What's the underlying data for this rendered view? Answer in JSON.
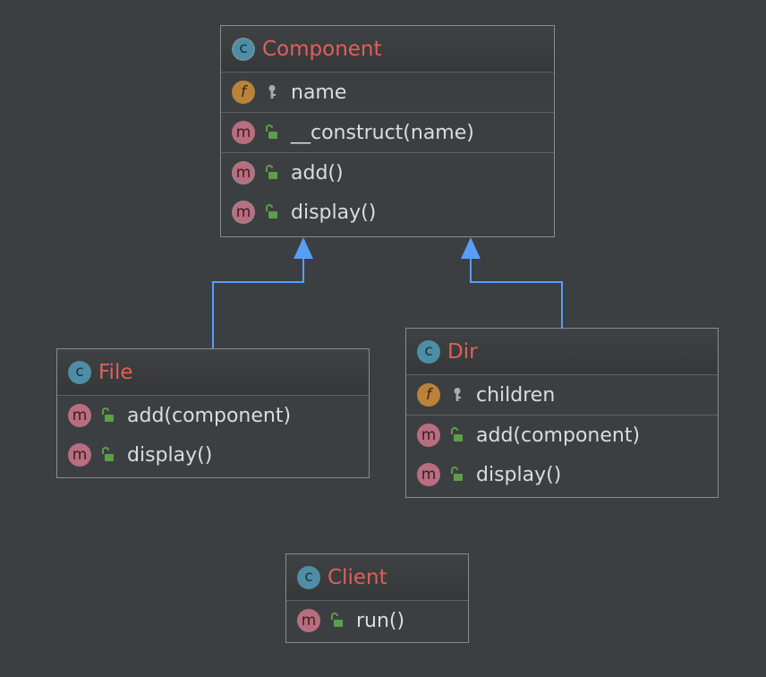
{
  "diagram": {
    "colors": {
      "background": "#3c3f41",
      "class_name": "#e0605a",
      "member_text": "#dcdcdc",
      "inheritance_arrow": "#589df6",
      "class_badge": "#4d8ea6",
      "field_badge": "#b9833a",
      "method_badge": "#b86e7e",
      "public_icon": "#5c9f4b"
    },
    "classes": {
      "component": {
        "name": "Component",
        "badge": "C",
        "abstract": true,
        "fields": [
          {
            "badge": "f",
            "visibility": "private",
            "visibility_icon": "key-icon",
            "text": "name"
          }
        ],
        "constructors": [
          {
            "badge": "m",
            "visibility": "public",
            "visibility_icon": "open-lock-icon",
            "text": "__construct(name)"
          }
        ],
        "methods": [
          {
            "badge": "m",
            "abstract": true,
            "visibility": "public",
            "visibility_icon": "open-lock-icon",
            "text": "add()"
          },
          {
            "badge": "m",
            "abstract": true,
            "visibility": "public",
            "visibility_icon": "open-lock-icon",
            "text": "display()"
          }
        ]
      },
      "file": {
        "name": "File",
        "badge": "C",
        "methods": [
          {
            "badge": "m",
            "visibility": "public",
            "visibility_icon": "open-lock-icon",
            "text": "add(component)"
          },
          {
            "badge": "m",
            "visibility": "public",
            "visibility_icon": "open-lock-icon",
            "text": "display()"
          }
        ]
      },
      "dir": {
        "name": "Dir",
        "badge": "C",
        "fields": [
          {
            "badge": "f",
            "visibility": "private",
            "visibility_icon": "key-icon",
            "text": "children"
          }
        ],
        "methods": [
          {
            "badge": "m",
            "visibility": "public",
            "visibility_icon": "open-lock-icon",
            "text": "add(component)"
          },
          {
            "badge": "m",
            "visibility": "public",
            "visibility_icon": "open-lock-icon",
            "text": "display()"
          }
        ]
      },
      "client": {
        "name": "Client",
        "badge": "C",
        "methods": [
          {
            "badge": "m",
            "visibility": "public",
            "visibility_icon": "open-lock-icon",
            "text": "run()"
          }
        ]
      }
    },
    "relations": [
      {
        "type": "inheritance",
        "from": "File",
        "to": "Component"
      },
      {
        "type": "inheritance",
        "from": "Dir",
        "to": "Component"
      }
    ]
  }
}
